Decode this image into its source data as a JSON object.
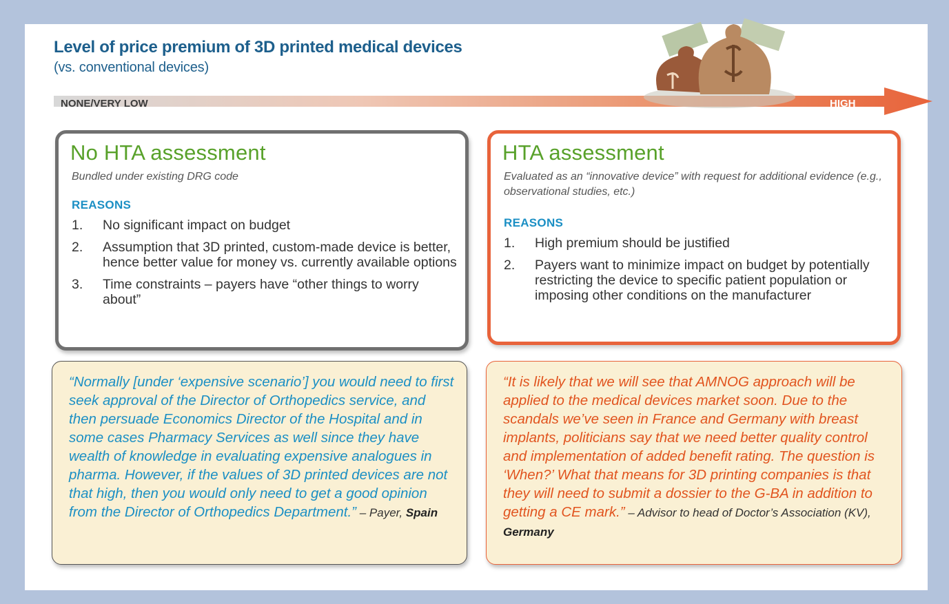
{
  "header": {
    "title": "Level of price premium of 3D printed medical devices",
    "subtitle": "(vs. conventional devices)"
  },
  "scale": {
    "low_label": "NONE/VERY LOW",
    "high_label": "HIGH"
  },
  "left_box": {
    "heading": "No HTA assessment",
    "subheading": "Bundled under existing DRG code",
    "reasons_label": "REASONS",
    "reasons": [
      {
        "num": "1.",
        "text": "No significant impact on budget"
      },
      {
        "num": "2.",
        "text": "Assumption that 3D printed, custom-made device is better, hence better value for money vs. currently available options"
      },
      {
        "num": "3.",
        "text": "Time constraints – payers have “other things to worry about”"
      }
    ]
  },
  "right_box": {
    "heading": "HTA assessment",
    "subheading": "Evaluated as an “innovative device” with request for additional evidence (e.g., observational studies, etc.)",
    "reasons_label": "REASONS",
    "reasons": [
      {
        "num": "1.",
        "text": "High premium should be justified"
      },
      {
        "num": "2.",
        "text": "Payers want to minimize impact on budget by potentially restricting the device to specific patient population or imposing other conditions on the manufacturer"
      }
    ]
  },
  "left_quote": {
    "text": "“Normally  [under ‘expensive scenario’] you would need to first seek approval of the Director of Orthopedics service, and then persuade Economics Director of the Hospital and in some cases Pharmacy Services as well since they have wealth of knowledge in evaluating expensive analogues in pharma. However, if the values of 3D printed devices are not that high, then you would only need to get a good opinion from the Director of Orthopedics Department.”",
    "attribution": " – Payer, ",
    "country": "Spain"
  },
  "right_quote": {
    "text": "“It is likely that we will see that AMNOG approach will be applied to the medical devices market soon. Due to the scandals we’ve seen in France and Germany with breast implants, politicians say that we need better quality control and implementation of added benefit rating. The question is ‘When?’ What that means for 3D printing companies is that they will need to submit a dossier to the G-BA in addition to getting a CE mark.”",
    "attribution": " – Advisor to head of Doctor’s Association (KV), ",
    "country": "Germany"
  },
  "colors": {
    "background": "#b3c3dc",
    "title": "#1d5f8c",
    "heading_green": "#58a12a",
    "reasons_blue": "#1b8fc4",
    "accent_orange": "#e8633b",
    "quote_bg": "#faf0d4"
  }
}
